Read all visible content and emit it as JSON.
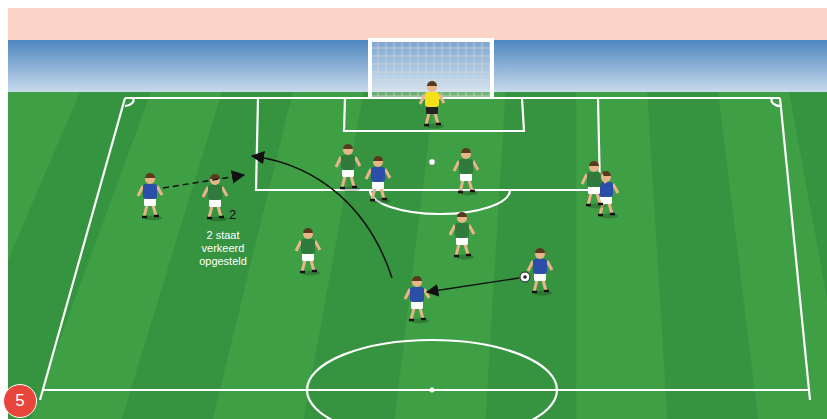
{
  "diagram": {
    "nodes": [
      {
        "text": [
          "5"
        ]
      }
    ],
    "labels": [
      "2",
      "2 staat verkeerd opgesteld"
    ]
  }
}
